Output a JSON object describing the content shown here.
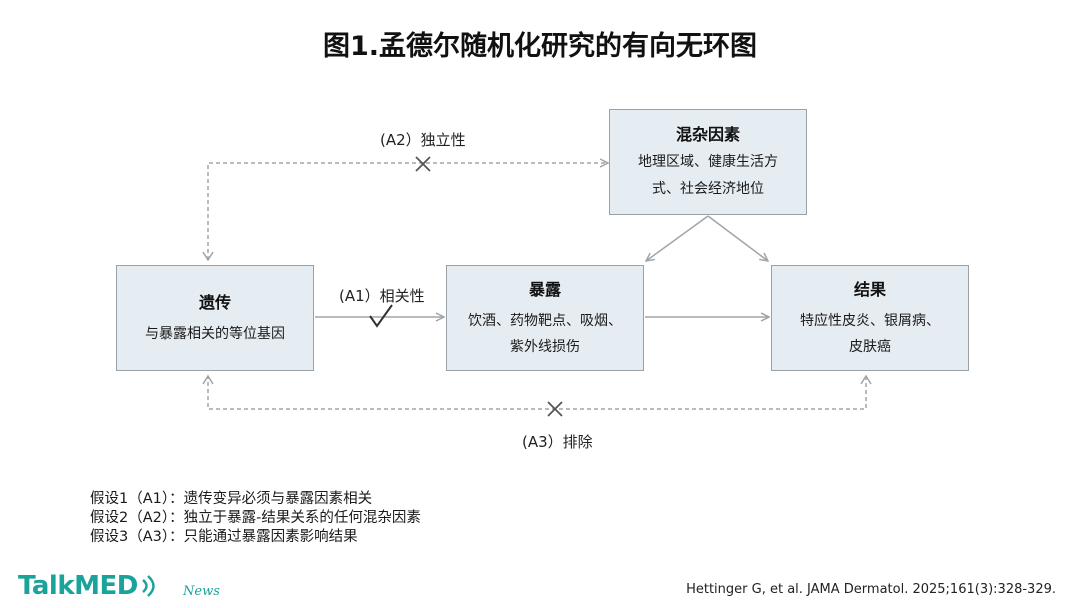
{
  "title": "图1.孟德尔随机化研究的有向无环图",
  "nodes": {
    "confounders": {
      "title": "混杂因素",
      "lines": [
        "地理区域、健康生活方",
        "式、社会经济地位"
      ]
    },
    "genetics": {
      "title": "遗传",
      "lines": [
        "与暴露相关的等位基因"
      ]
    },
    "exposure": {
      "title": "暴露",
      "lines": [
        "饮酒、药物靶点、吸烟、",
        "紫外线损伤"
      ]
    },
    "outcome": {
      "title": "结果",
      "lines": [
        "特应性皮炎、银屑病、",
        "皮肤癌"
      ]
    }
  },
  "edges": {
    "a2_label": "(A2）独立性",
    "a1_label": "(A1）相关性",
    "a3_label": "(A3）排除"
  },
  "assumptions": [
    "假设1（A1）：遗传变异必须与暴露因素相关",
    "假设2（A2）：独立于暴露-结果关系的任何混杂因素",
    "假设3（A3）：只能通过暴露因素影响结果"
  ],
  "footer": {
    "logo_text": "TalkMED",
    "logo_sub": "News",
    "citation": "Hettinger G, et al. JAMA Dermatol. 2025;161(3):328-329."
  },
  "colors": {
    "box_fill": "#e6edf2",
    "box_border": "#9aa2a8",
    "arrow": "#a0a5a9",
    "brand": "#1aa39a"
  }
}
